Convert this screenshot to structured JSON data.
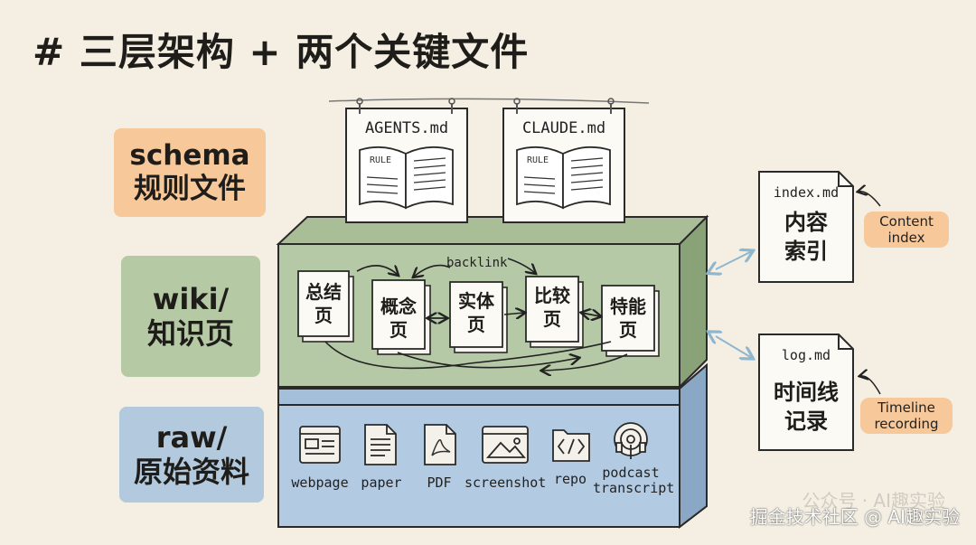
{
  "title": "# 三层架构 + 两个关键文件",
  "layers": {
    "schema": {
      "line1": "schema",
      "line2": "规则文件"
    },
    "wiki": {
      "line1": "wiki/",
      "line2": "知识页"
    },
    "raw": {
      "line1": "raw/",
      "line2": "原始资料"
    }
  },
  "schema_files": [
    {
      "name": "AGENTS.md",
      "book_label": "RULE"
    },
    {
      "name": "CLAUDE.md",
      "book_label": "RULE"
    }
  ],
  "wiki": {
    "backlink_label": "backlink",
    "pages": [
      {
        "line1": "总结",
        "line2": "页"
      },
      {
        "line1": "概念",
        "line2": "页"
      },
      {
        "line1": "实体",
        "line2": "页"
      },
      {
        "line1": "比较",
        "line2": "页"
      },
      {
        "line1": "特能",
        "line2": "页"
      }
    ]
  },
  "raw": {
    "items": [
      {
        "label": "webpage",
        "icon": "webpage-icon"
      },
      {
        "label": "paper",
        "icon": "paper-icon"
      },
      {
        "label": "PDF",
        "icon": "pdf-icon"
      },
      {
        "label": "screenshot",
        "icon": "screenshot-icon"
      },
      {
        "label": "repo",
        "icon": "code-icon"
      },
      {
        "label": "podcast",
        "label2": "transcript",
        "icon": "podcast-icon"
      }
    ]
  },
  "side_files": {
    "index": {
      "name": "index.md",
      "line1": "内容",
      "line2": "索引",
      "tag1": "Content",
      "tag2": "index"
    },
    "log": {
      "name": "log.md",
      "line1": "时间线",
      "line2": "记录",
      "tag1": "Timeline",
      "tag2": "recording"
    }
  },
  "watermark": {
    "main": "掘金技术社区 @ AI趣实验",
    "faint": "公众号 · AI趣实验"
  },
  "colors": {
    "background": "#f4efe2",
    "schema_accent": "#f6c89a",
    "wiki_green": "#a9bd97",
    "raw_blue": "#adc5dd",
    "connector": "#8fb6cf"
  }
}
